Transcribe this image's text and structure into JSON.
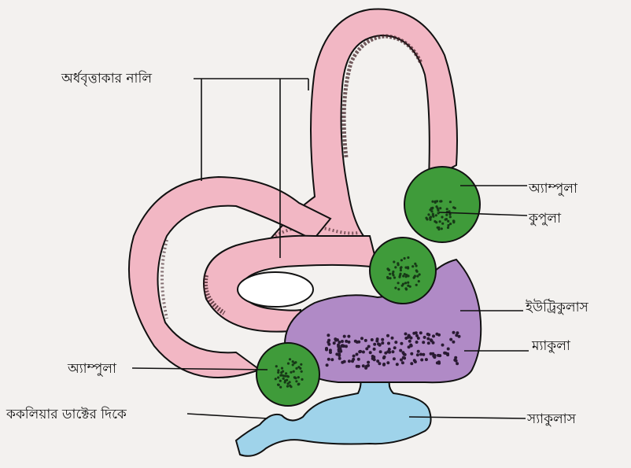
{
  "labels": {
    "semicircular_canal": "অর্ধবৃত্তাকার নালি",
    "ampulla_right": "অ্যাম্পুলা",
    "cupula": "কুপুলা",
    "utriculus": "ইউট্রিকুলাস",
    "macula": "ম্যাকুলা",
    "ampulla_left": "অ্যাম্পুলা",
    "cochlear_duct": "ককলিয়ার ডাক্টের দিকে",
    "sacculus": "স্যাকুলাস"
  },
  "colors": {
    "canal": "#f2b7c4",
    "canal_shadow": "#3a1a20",
    "ampulla": "#3f9b3a",
    "ampulla_dots": "#173a17",
    "utriculus": "#b08ac6",
    "macula_dots": "#2a1a33",
    "sacculus": "#9fd3ea",
    "outline": "#111111",
    "background": "#f3f1ef"
  }
}
